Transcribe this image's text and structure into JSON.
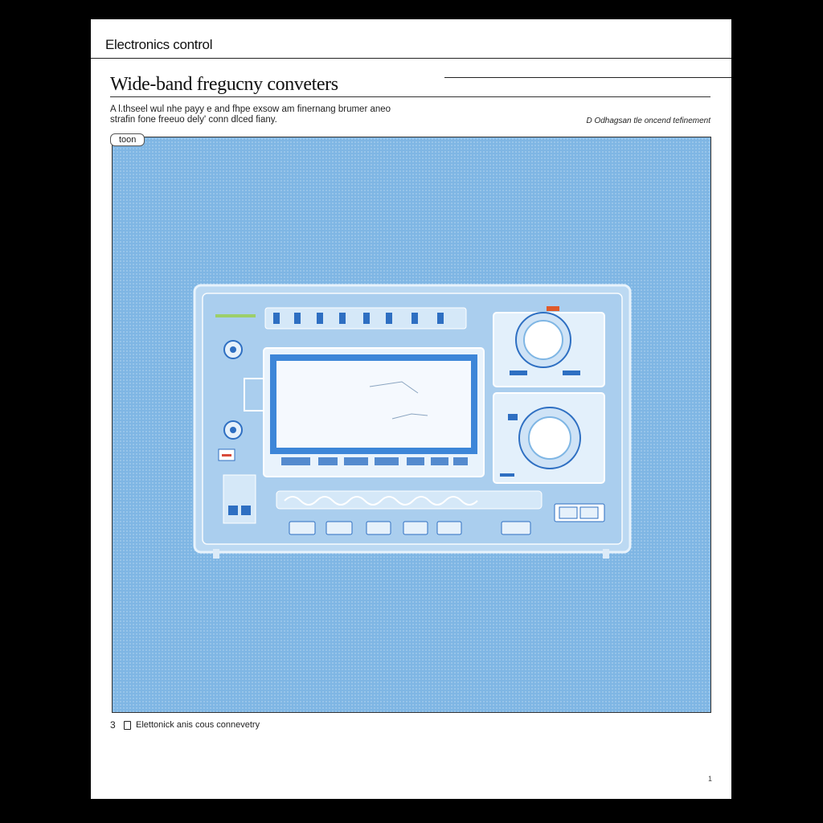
{
  "header": {
    "section": "Electronics control"
  },
  "document": {
    "title": "Wide-band fregucny conveters",
    "intro": "A l.thseel wul nhe payy e and fhpe exsow am finernang brumer aneo strafin fone freeuo dely' conn dlced fiany.",
    "caption_right": "D Odhagsan tle oncend tefinement",
    "figure_tag": "toon"
  },
  "figure": {
    "panel_color": "#7fb6e4",
    "screen_color": "#3d86d8",
    "accent_color": "#e05a2a"
  },
  "footer": {
    "number": "3",
    "text": "Elettonick anis cous connevetry",
    "page_mark": "1"
  }
}
